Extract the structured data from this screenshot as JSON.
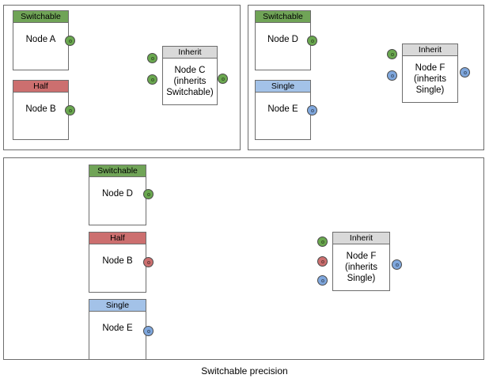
{
  "diagram": {
    "caption": "Switchable precision",
    "colors": {
      "switchable": "#70a457",
      "half": "#cc6f6f",
      "single": "#a3c2e8",
      "inherit": "#d9d9d9",
      "dot_green": "#6aa84f",
      "dot_red": "#cc6f6f",
      "dot_blue": "#7fa7dd",
      "border": "#6d6d6d",
      "background": "#ffffff"
    },
    "panels": [
      {
        "id": "panel-top-left",
        "nodes": [
          {
            "id": "node-a",
            "header": "Switchable",
            "header_type": "switchable",
            "body": "Node A"
          },
          {
            "id": "node-b-top",
            "header": "Half",
            "header_type": "half",
            "body": "Node B"
          },
          {
            "id": "node-c",
            "header": "Inherit",
            "header_type": "inherit",
            "body": "Node C\n(inherits\nSwitchable)"
          }
        ],
        "ports": [
          {
            "id": "port-node-a-out",
            "color": "green"
          },
          {
            "id": "port-node-b-out",
            "color": "green"
          },
          {
            "id": "port-node-c-in-1",
            "color": "green"
          },
          {
            "id": "port-node-c-in-2",
            "color": "green"
          },
          {
            "id": "port-node-c-out",
            "color": "green"
          }
        ],
        "edges": [
          {
            "from": "node-a",
            "to": "node-c"
          },
          {
            "from": "node-b-top",
            "to": "node-c"
          },
          {
            "from": "node-c",
            "to": "output"
          }
        ]
      },
      {
        "id": "panel-top-right",
        "nodes": [
          {
            "id": "node-d-top",
            "header": "Switchable",
            "header_type": "switchable",
            "body": "Node D"
          },
          {
            "id": "node-e-top",
            "header": "Single",
            "header_type": "single",
            "body": "Node E"
          },
          {
            "id": "node-f-top",
            "header": "Inherit",
            "header_type": "inherit",
            "body": "Node F\n(inherits\nSingle)"
          }
        ],
        "ports": [
          {
            "id": "port-node-d-out",
            "color": "green"
          },
          {
            "id": "port-node-e-out",
            "color": "blue"
          },
          {
            "id": "port-node-f-in-1",
            "color": "green"
          },
          {
            "id": "port-node-f-in-2",
            "color": "blue"
          },
          {
            "id": "port-node-f-out",
            "color": "blue"
          }
        ],
        "edges": [
          {
            "from": "node-d-top",
            "to": "node-f-top"
          },
          {
            "from": "node-e-top",
            "to": "node-f-top"
          },
          {
            "from": "node-f-top",
            "to": "output"
          }
        ]
      },
      {
        "id": "panel-bottom",
        "nodes": [
          {
            "id": "node-d-bottom",
            "header": "Switchable",
            "header_type": "switchable",
            "body": "Node D"
          },
          {
            "id": "node-b-bottom",
            "header": "Half",
            "header_type": "half",
            "body": "Node B"
          },
          {
            "id": "node-e-bottom",
            "header": "Single",
            "header_type": "single",
            "body": "Node E"
          },
          {
            "id": "node-f-bottom",
            "header": "Inherit",
            "header_type": "inherit",
            "body": "Node F\n(inherits\nSingle)"
          }
        ],
        "ports": [
          {
            "id": "port-node-d-bottom-out",
            "color": "green"
          },
          {
            "id": "port-node-b-bottom-out",
            "color": "red"
          },
          {
            "id": "port-node-e-bottom-out",
            "color": "blue"
          },
          {
            "id": "port-node-f-bottom-in-1",
            "color": "green"
          },
          {
            "id": "port-node-f-bottom-in-2",
            "color": "red"
          },
          {
            "id": "port-node-f-bottom-in-3",
            "color": "blue"
          },
          {
            "id": "port-node-f-bottom-out",
            "color": "blue"
          }
        ],
        "edges": [
          {
            "from": "node-d-bottom",
            "to": "node-f-bottom"
          },
          {
            "from": "node-b-bottom",
            "to": "node-f-bottom"
          },
          {
            "from": "node-e-bottom",
            "to": "node-f-bottom"
          }
        ]
      }
    ]
  }
}
